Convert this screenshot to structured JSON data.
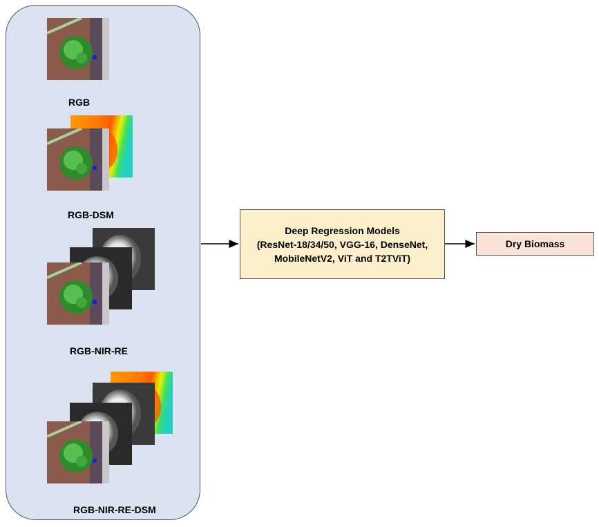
{
  "inputs": [
    {
      "label": "RGB"
    },
    {
      "label": "RGB-DSM"
    },
    {
      "label": "RGB-NIR-RE"
    },
    {
      "label": "RGB-NIR-RE-DSM"
    }
  ],
  "model": {
    "title": "Deep Regression Models",
    "line2": "(ResNet-18/34/50, VGG-16, DenseNet,",
    "line3": "MobileNetV2, ViT and T2TViT)"
  },
  "output": {
    "label": "Dry Biomass"
  },
  "colors": {
    "panel_fill": "#dbe3f1",
    "model_fill": "#fdefc9",
    "output_fill": "#fbe3d8"
  }
}
